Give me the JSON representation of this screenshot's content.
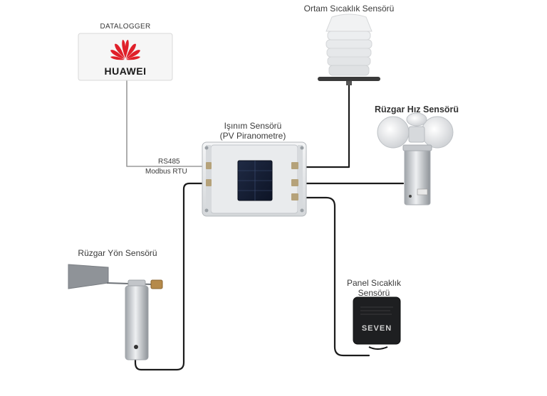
{
  "datalogger": {
    "label": "DATALOGGER",
    "brand": "HUAWEI",
    "logo_color": "#e0202a",
    "icon": "huawei-logo"
  },
  "ambient_sensor": {
    "label": "Ortam Sıcaklık Sensörü"
  },
  "wind_speed_sensor": {
    "label": "Rüzgar Hız Sensörü"
  },
  "irradiance_sensor": {
    "label_line1": "Işınım Sensörü",
    "label_line2": "(PV Piranometre)"
  },
  "connection": {
    "protocol_line1": "RS485",
    "protocol_line2": "Modbus RTU"
  },
  "wind_direction_sensor": {
    "label": "Rüzgar Yön Sensörü"
  },
  "panel_temp_sensor": {
    "label_line1": "Panel Sıcaklık",
    "label_line2": "Sensörü",
    "brand": "SEVEN"
  }
}
